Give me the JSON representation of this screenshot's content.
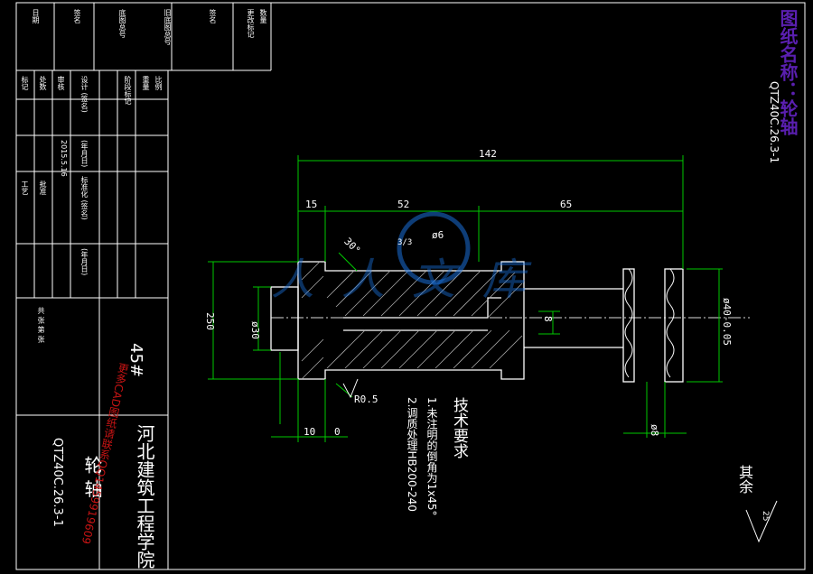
{
  "title_block": {
    "left_column": [
      "日期",
      "签名",
      "底图总号",
      "旧底图总号",
      "签名",
      "更改标记",
      "数量"
    ],
    "rows_a": [
      "标记",
      "处数",
      "设计 (签名)",
      "(年月日)",
      "标准化 (签名)",
      "(年月日)"
    ],
    "rows_b": [
      "审核",
      "工艺",
      "批准"
    ],
    "col_b": [
      "阶段标记",
      "重量",
      "比例"
    ],
    "date": "2015.5.16",
    "material": "45#",
    "school": "河北建筑工程学院",
    "part_name": "轮 轴",
    "drawing_no": "QTZ40C.26.3-1",
    "sheet": "共 张 第 张"
  },
  "right_title": "图纸名称：轮轴",
  "right_code": "QTZ40C.26.3-1",
  "dims": {
    "total": "142",
    "d15": "15",
    "d52": "52",
    "d65": "65",
    "phi250": "250",
    "phi30": "ø30",
    "phi40": "ø40-0.05",
    "d8a": "ø8",
    "d8b": "8",
    "r05": "R0.5",
    "d10": "10",
    "d0": "0",
    "phi6": "ø6",
    "s13": "3/3",
    "chamfer": "30°"
  },
  "tech": {
    "heading": "技术要求",
    "line1": "1.未注明的倒角为1x45°",
    "line2": "2.调质处理HB200-240"
  },
  "rest": "其余",
  "roughness": "25",
  "watermark": "人人文库",
  "red_note": "更多CAD图纸请联系QQ1459919609"
}
